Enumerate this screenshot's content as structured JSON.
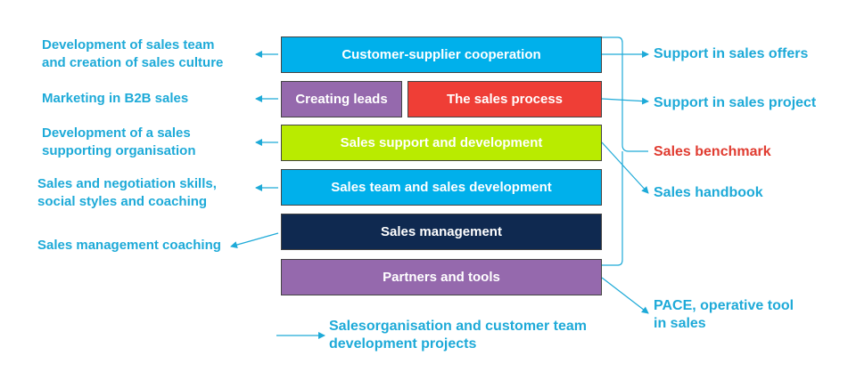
{
  "colors": {
    "cyan": "#00b0eb",
    "purple": "#9569ad",
    "red": "#ef3e36",
    "lime": "#b9eb00",
    "navy": "#0f2950",
    "text_blue": "#1eaad8",
    "text_red": "#e03c31"
  },
  "boxes": {
    "customer_supplier": "Customer-supplier cooperation",
    "creating_leads": "Creating leads",
    "sales_process": "The sales process",
    "sales_support": "Sales support and development",
    "sales_team": "Sales team and sales development",
    "sales_management": "Sales management",
    "partners_tools": "Partners and tools"
  },
  "left_labels": {
    "sales_culture_l1": "Development of sales team",
    "sales_culture_l2": "and creation of sales culture",
    "marketing_b2b": "Marketing in B2B sales",
    "supporting_org_l1": "Development of a sales",
    "supporting_org_l2": "supporting organisation",
    "negotiation_l1": "Sales and negotiation skills,",
    "negotiation_l2": "social styles and coaching",
    "mgmt_coaching": "Sales management coaching"
  },
  "right_labels": {
    "sales_offers": "Support in sales offers",
    "sales_project": "Support in sales project",
    "sales_benchmark": "Sales benchmark",
    "sales_handbook": "Sales handbook",
    "pace_l1": "PACE, operative tool",
    "pace_l2": "in sales"
  },
  "bottom_labels": {
    "dev_projects_l1": "Salesorganisation and customer team",
    "dev_projects_l2": "development projects"
  }
}
